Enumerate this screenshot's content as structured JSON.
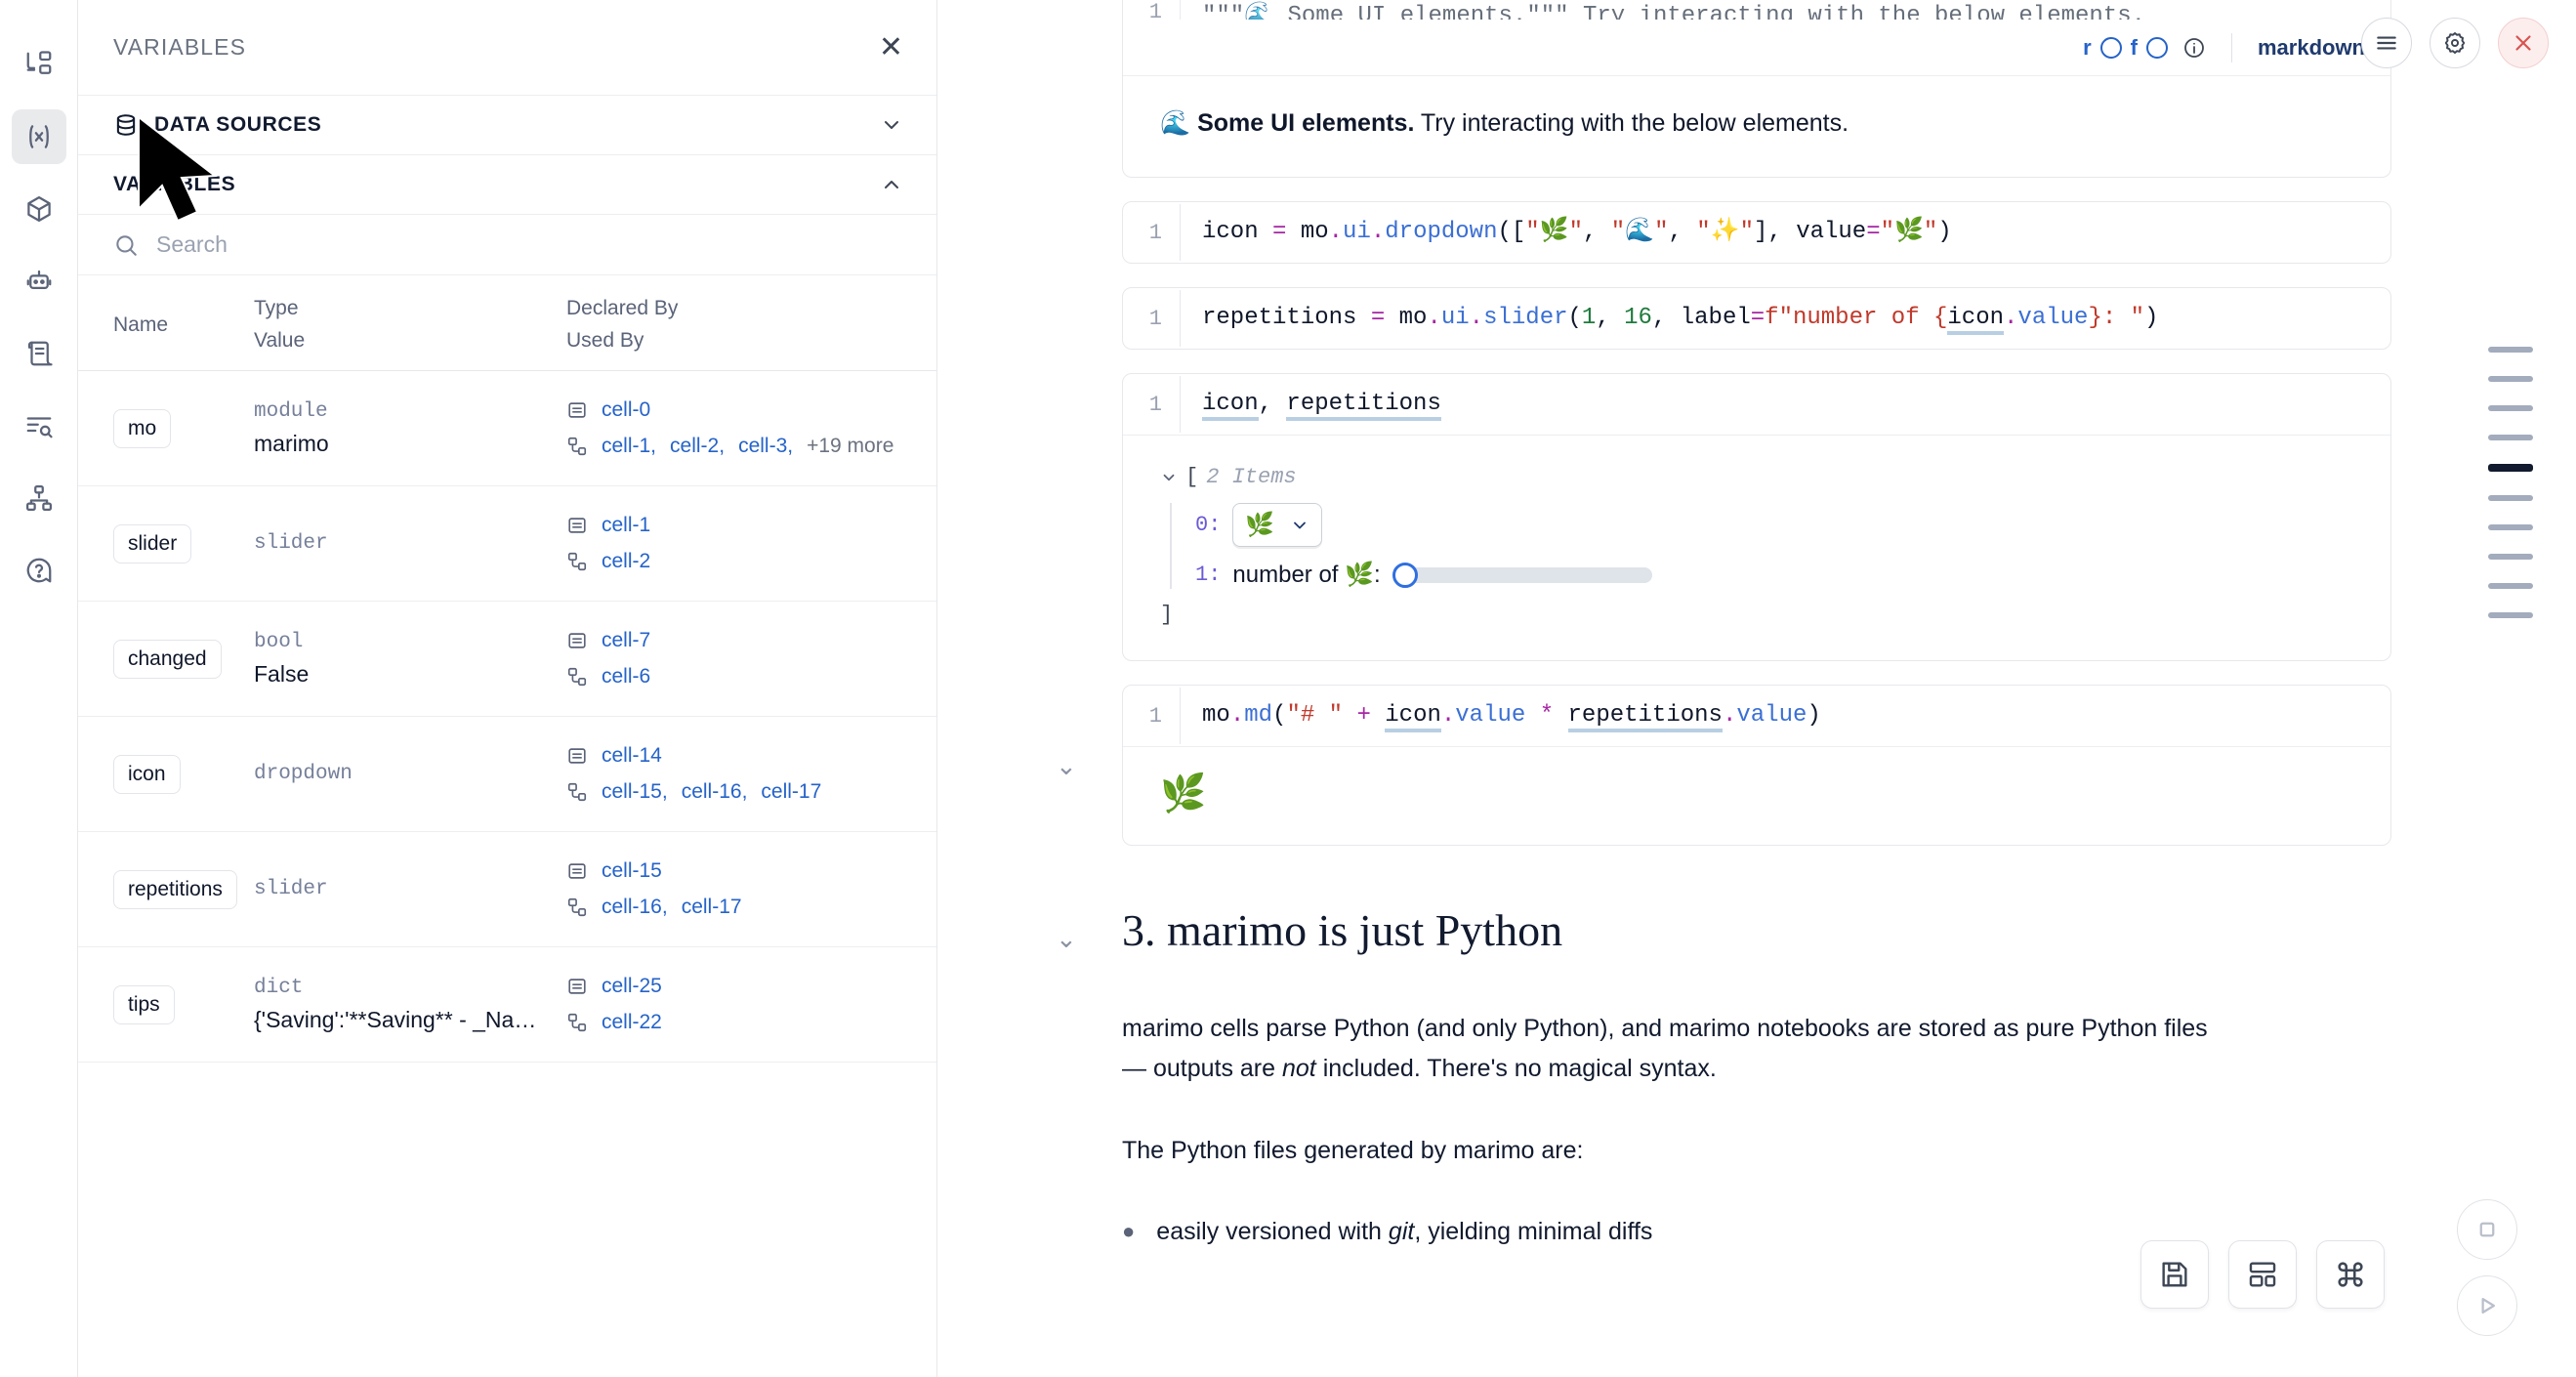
{
  "rail": {
    "items": [
      {
        "icon": "file-tree-icon",
        "name": "sidebar-item-file-explorer",
        "active": false
      },
      {
        "icon": "variables-icon",
        "name": "sidebar-item-variables",
        "active": true
      },
      {
        "icon": "package-cube-icon",
        "name": "sidebar-item-packages",
        "active": false
      },
      {
        "icon": "robot-icon",
        "name": "sidebar-item-chat",
        "active": false
      },
      {
        "icon": "scratchpad-icon",
        "name": "sidebar-item-scratchpad",
        "active": false
      },
      {
        "icon": "logs-search-icon",
        "name": "sidebar-item-logs",
        "active": false
      },
      {
        "icon": "dependency-graph-icon",
        "name": "sidebar-item-dependency-graph",
        "active": false
      },
      {
        "icon": "help-circle-icon",
        "name": "sidebar-item-help",
        "active": false
      }
    ]
  },
  "panel": {
    "title": "VARIABLES",
    "close_label": "✕",
    "sections": [
      {
        "label": "DATA SOURCES",
        "expanded": false,
        "icon": "database-icon"
      },
      {
        "label": "VARIABLES",
        "expanded": true,
        "icon": "none"
      }
    ],
    "search": {
      "placeholder": "Search",
      "value": ""
    },
    "table": {
      "headers": {
        "name": "Name",
        "type": "Type",
        "value": "Value",
        "declared_by": "Declared By",
        "used_by": "Used By"
      },
      "rows": [
        {
          "name": "mo",
          "type": "module",
          "value": "marimo",
          "declared_by": [
            "cell-0"
          ],
          "used_by": [
            "cell-1",
            "cell-2",
            "cell-3"
          ],
          "used_by_more": "+19 more"
        },
        {
          "name": "slider",
          "type": "slider",
          "value": "",
          "declared_by": [
            "cell-1"
          ],
          "used_by": [
            "cell-2"
          ],
          "used_by_more": ""
        },
        {
          "name": "changed",
          "type": "bool",
          "value": "False",
          "declared_by": [
            "cell-7"
          ],
          "used_by": [
            "cell-6"
          ],
          "used_by_more": ""
        },
        {
          "name": "icon",
          "type": "dropdown",
          "value": "",
          "declared_by": [
            "cell-14"
          ],
          "used_by": [
            "cell-15",
            "cell-16",
            "cell-17"
          ],
          "used_by_more": ""
        },
        {
          "name": "repetitions",
          "type": "slider",
          "value": "",
          "declared_by": [
            "cell-15"
          ],
          "used_by": [
            "cell-16",
            "cell-17"
          ],
          "used_by_more": ""
        },
        {
          "name": "tips",
          "type": "dict",
          "value": "{'Saving':'**Saving** - _Na…",
          "declared_by": [
            "cell-25"
          ],
          "used_by": [
            "cell-22"
          ],
          "used_by_more": ""
        }
      ]
    }
  },
  "notebook": {
    "top_cell": {
      "line_number": "1",
      "code_truncated": "\"\"\"🌊 Some UI elements.\"\"\" Try interacting with the below elements.",
      "toolbar": {
        "r_label": "r",
        "f_label": "f",
        "info_icon": "info-circle-icon",
        "language": "markdown",
        "menu_icon": "hamburger-menu-icon",
        "settings_icon": "gear-icon",
        "close_icon": "close-x-icon"
      },
      "output_emoji": "🌊",
      "output_bold": "Some UI elements.",
      "output_rest": " Try interacting with the below elements."
    },
    "cells": [
      {
        "line_number": "1",
        "tokens": [
          {
            "t": "icon ",
            "c": "plain"
          },
          {
            "t": "=",
            "c": "op"
          },
          {
            "t": " mo",
            "c": "plain"
          },
          {
            "t": ".",
            "c": "op"
          },
          {
            "t": "ui",
            "c": "attr"
          },
          {
            "t": ".",
            "c": "op"
          },
          {
            "t": "dropdown",
            "c": "attr"
          },
          {
            "t": "([",
            "c": "plain"
          },
          {
            "t": "\"🌿\"",
            "c": "str"
          },
          {
            "t": ", ",
            "c": "plain"
          },
          {
            "t": "\"🌊\"",
            "c": "str"
          },
          {
            "t": ", ",
            "c": "plain"
          },
          {
            "t": "\"✨\"",
            "c": "str"
          },
          {
            "t": "], value",
            "c": "plain"
          },
          {
            "t": "=",
            "c": "op"
          },
          {
            "t": "\"🌿\"",
            "c": "str"
          },
          {
            "t": ")",
            "c": "plain"
          }
        ]
      },
      {
        "line_number": "1",
        "tokens": [
          {
            "t": "repetitions ",
            "c": "plain"
          },
          {
            "t": "=",
            "c": "op"
          },
          {
            "t": " mo",
            "c": "plain"
          },
          {
            "t": ".",
            "c": "op"
          },
          {
            "t": "ui",
            "c": "attr"
          },
          {
            "t": ".",
            "c": "op"
          },
          {
            "t": "slider",
            "c": "attr"
          },
          {
            "t": "(",
            "c": "plain"
          },
          {
            "t": "1",
            "c": "num"
          },
          {
            "t": ", ",
            "c": "plain"
          },
          {
            "t": "16",
            "c": "num"
          },
          {
            "t": ", label",
            "c": "plain"
          },
          {
            "t": "=",
            "c": "op"
          },
          {
            "t": "f\"number of {",
            "c": "str"
          },
          {
            "t": "icon",
            "c": "ref"
          },
          {
            "t": ".",
            "c": "op"
          },
          {
            "t": "value",
            "c": "attr"
          },
          {
            "t": "}: \"",
            "c": "str"
          },
          {
            "t": ")",
            "c": "plain"
          }
        ]
      }
    ],
    "output_cell": {
      "line_number": "1",
      "tokens": [
        {
          "t": "icon",
          "c": "ref"
        },
        {
          "t": ", ",
          "c": "plain"
        },
        {
          "t": "repetitions",
          "c": "ref"
        }
      ],
      "list_output": {
        "open_bracket": "[",
        "count_label": "2 Items",
        "items": [
          {
            "index": "0:",
            "kind": "dropdown",
            "value": "🌿"
          },
          {
            "index": "1:",
            "kind": "slider",
            "label": "number of 🌿:",
            "value": 1,
            "min": 1,
            "max": 16
          }
        ],
        "close_bracket": "]"
      }
    },
    "md_cell": {
      "line_number": "1",
      "tokens": [
        {
          "t": "mo",
          "c": "plain"
        },
        {
          "t": ".",
          "c": "op"
        },
        {
          "t": "md",
          "c": "attr"
        },
        {
          "t": "(",
          "c": "plain"
        },
        {
          "t": "\"# \"",
          "c": "str"
        },
        {
          "t": " + ",
          "c": "op"
        },
        {
          "t": "icon",
          "c": "ref"
        },
        {
          "t": ".",
          "c": "op"
        },
        {
          "t": "value",
          "c": "attr"
        },
        {
          "t": " * ",
          "c": "op"
        },
        {
          "t": "repetitions",
          "c": "ref"
        },
        {
          "t": ".",
          "c": "op"
        },
        {
          "t": "value",
          "c": "attr"
        },
        {
          "t": ")",
          "c": "plain"
        }
      ],
      "output": "🌿"
    },
    "prose": {
      "heading": "3. marimo is just Python",
      "paragraph1_a": "marimo cells parse Python (and only Python), and marimo notebooks are stored as pure Python files — outputs are ",
      "paragraph1_em": "not",
      "paragraph1_b": " included. There's no magical syntax.",
      "paragraph2": "The Python files generated by marimo are:",
      "bullets": [
        {
          "pre": "easily versioned with ",
          "em": "git",
          "post": ", yielding minimal diffs"
        }
      ]
    },
    "minimap": {
      "bars": [
        {
          "active": false
        },
        {
          "active": false
        },
        {
          "active": false
        },
        {
          "active": false
        },
        {
          "active": true
        },
        {
          "active": false
        },
        {
          "active": false
        },
        {
          "active": false
        },
        {
          "active": false
        },
        {
          "active": false
        }
      ]
    },
    "bottom_toolbar": [
      {
        "icon": "save-icon",
        "name": "save-button"
      },
      {
        "icon": "layout-icon",
        "name": "layout-button"
      },
      {
        "icon": "command-icon",
        "name": "command-palette-button"
      }
    ],
    "run_controls": [
      {
        "icon": "stop-square-icon",
        "name": "interrupt-button"
      },
      {
        "icon": "play-triangle-icon",
        "name": "run-all-button"
      }
    ]
  }
}
